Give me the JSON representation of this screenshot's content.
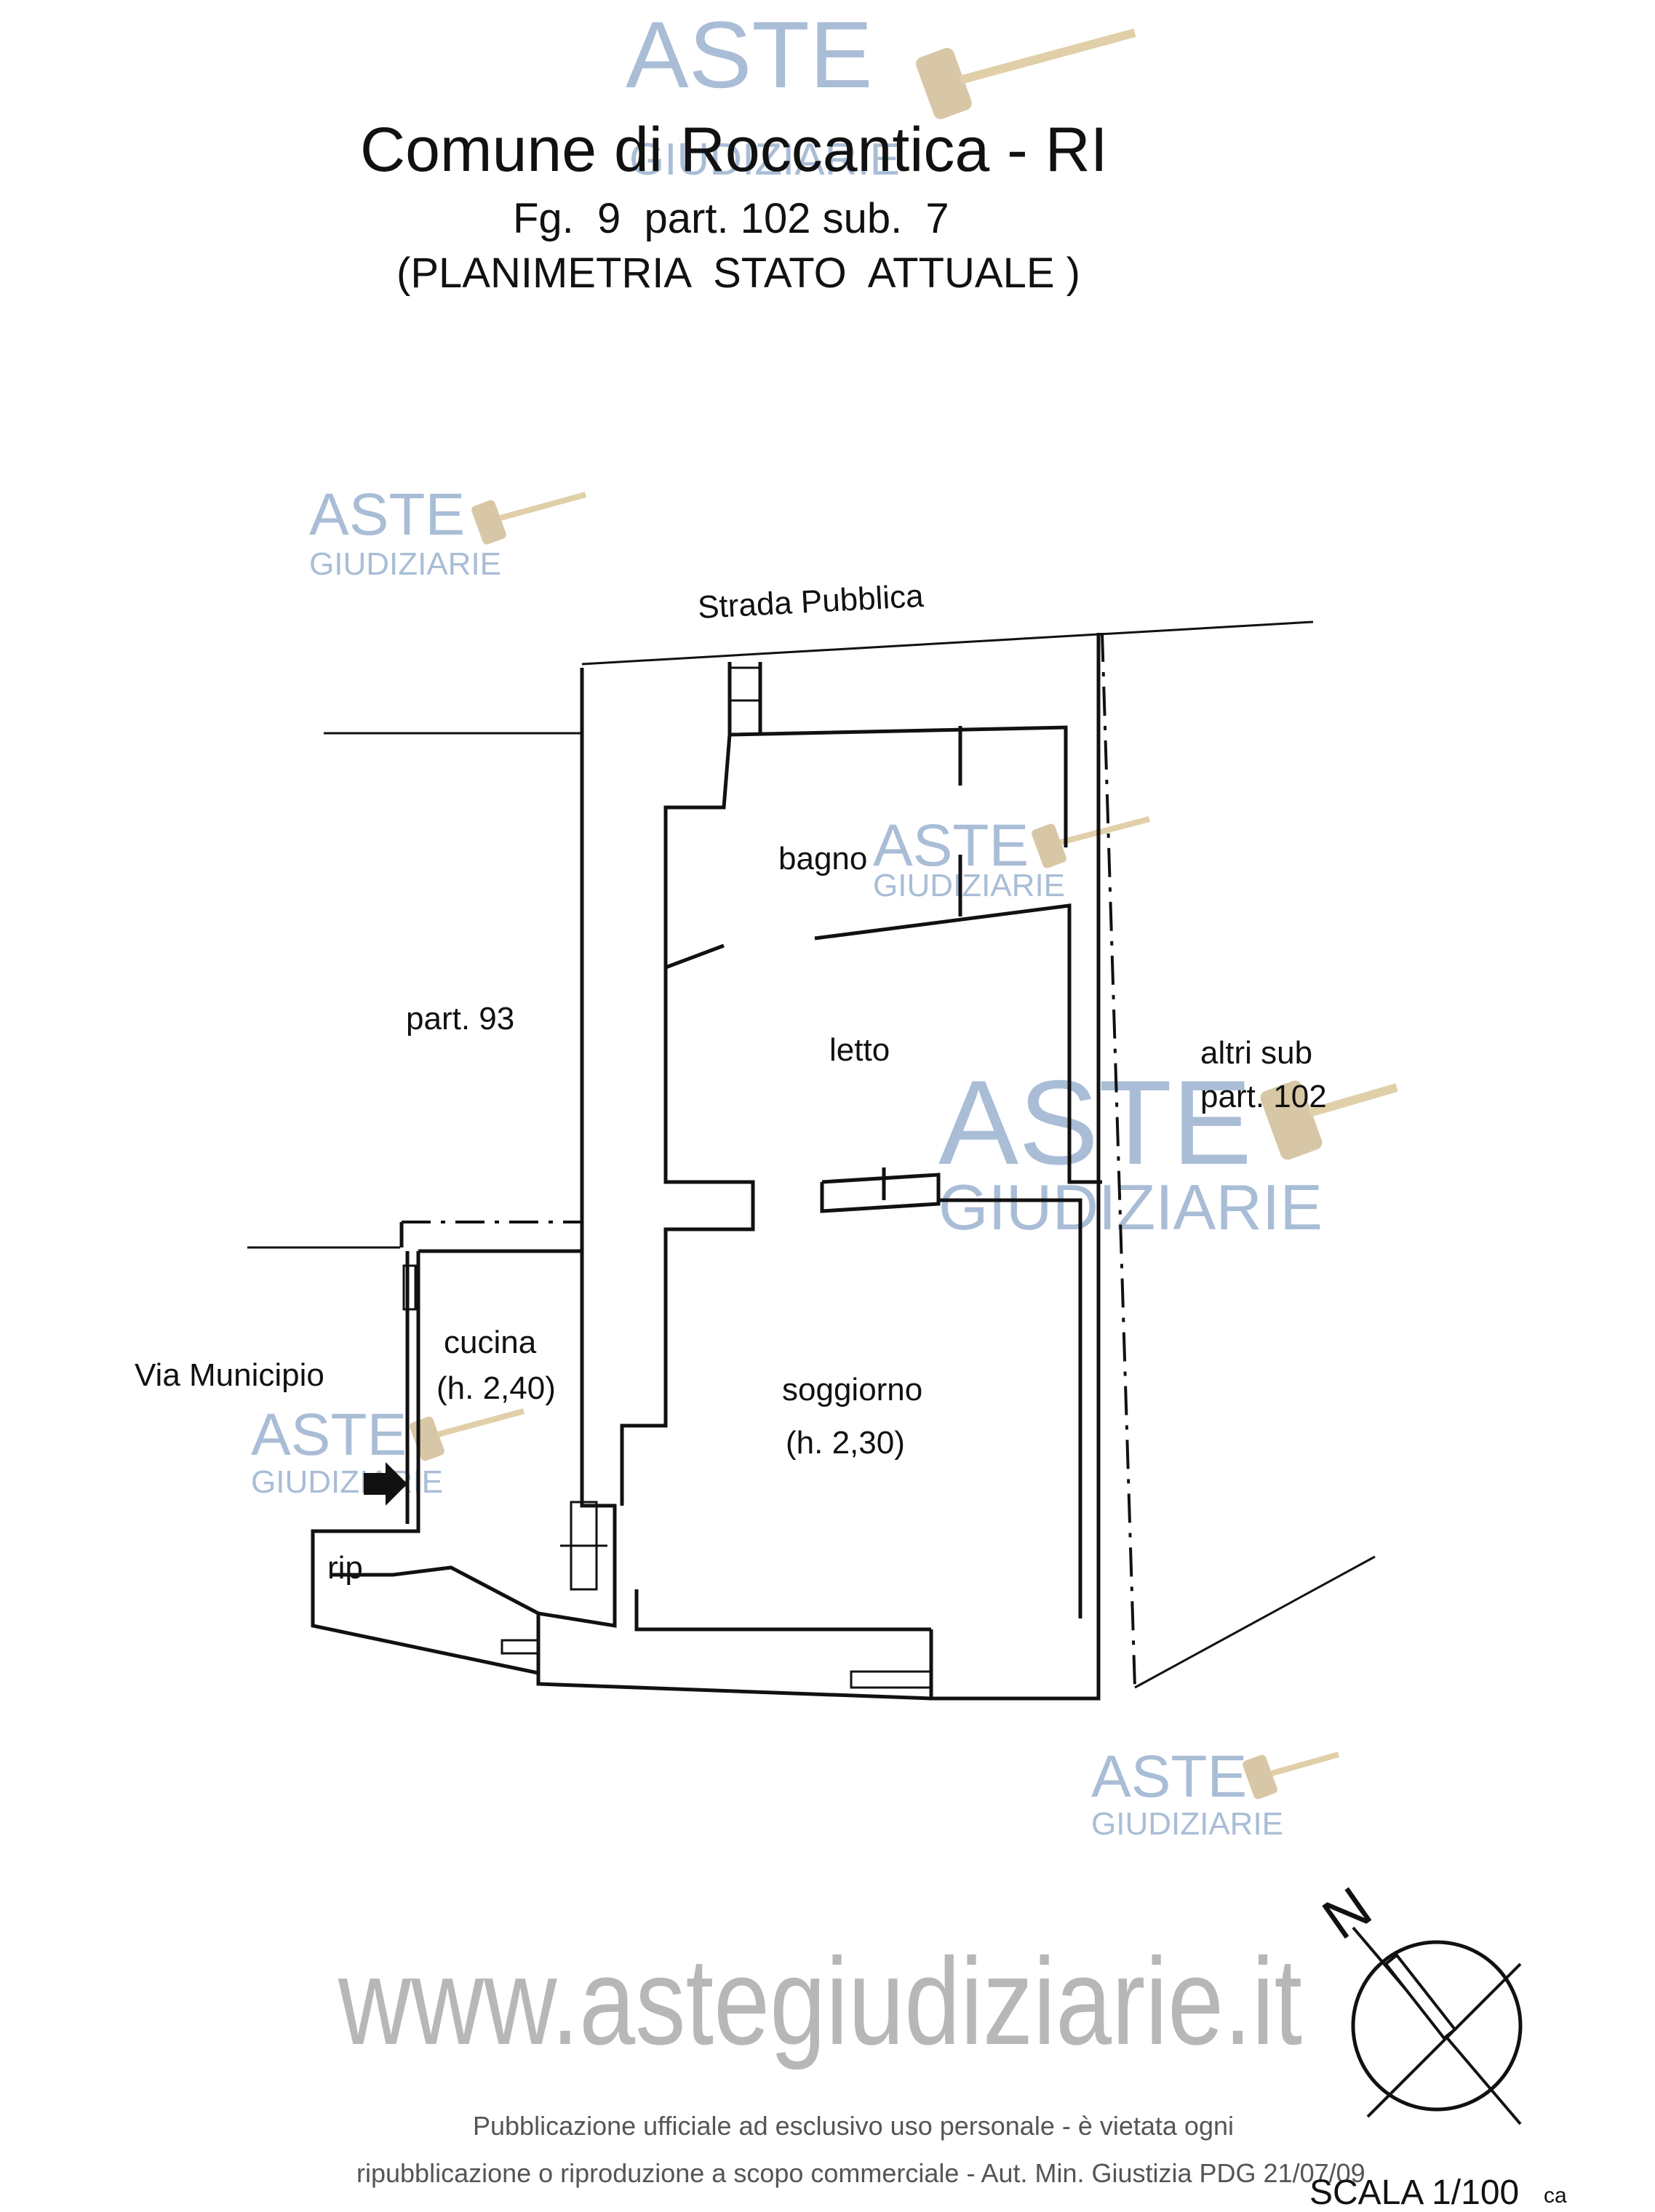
{
  "header": {
    "title": "Comune di Roccantica - RI",
    "subtitle": "Fg.  9  part. 102 sub.  7",
    "caption": "(PLANIMETRIA  STATO  ATTUALE )"
  },
  "watermark": {
    "brand_top": "ASTE",
    "brand_bottom": "GIUDIZIARIE",
    "url": "www.astegiudiziarie.it"
  },
  "plan": {
    "street_top": "Strada Pubblica",
    "street_left": "Via Municipio",
    "neighbor_left": "part. 93",
    "neighbor_right_1": "altri sub",
    "neighbor_right_2": "part. 102",
    "rooms": {
      "bagno": "bagno",
      "letto": "letto",
      "cucina": "cucina",
      "cucina_height": "(h. 2,40)",
      "soggiorno": "soggiorno",
      "soggiorno_height": "(h. 2,30)",
      "rip": "rip"
    },
    "north_label": "N",
    "scale": "SCALA 1/100",
    "scale_suffix": "ca"
  },
  "footer": {
    "line1": "Pubblicazione ufficiale ad esclusivo uso personale - è vietata ogni",
    "line2": "ripubblicazione o riproduzione a scopo commerciale - Aut. Min. Giustizia PDG 21/07/09"
  },
  "colors": {
    "watermark_blue": "#a9bdd6",
    "watermark_gray": "#b7b7b7",
    "ink": "#111111"
  }
}
